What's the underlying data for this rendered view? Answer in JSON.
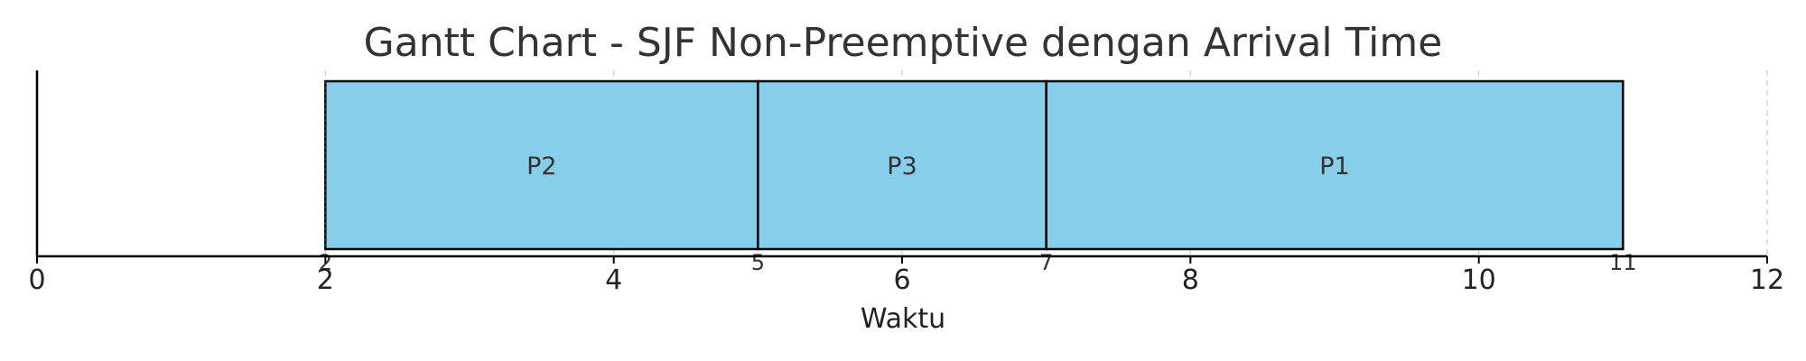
{
  "chart_data": {
    "type": "gantt",
    "title": "Gantt Chart - SJF Non-Preemptive dengan Arrival Time",
    "xlabel": "Waktu",
    "xlim": [
      0,
      12
    ],
    "xticks": [
      0,
      2,
      4,
      6,
      8,
      10,
      12
    ],
    "grid": "vertical dashed",
    "bar_color": "#87CEEB",
    "edge_color": "#000000",
    "tasks": [
      {
        "name": "P2",
        "start": 2,
        "end": 5
      },
      {
        "name": "P3",
        "start": 5,
        "end": 7
      },
      {
        "name": "P1",
        "start": 7,
        "end": 11
      }
    ],
    "boundary_labels": [
      "2",
      "5",
      "7",
      "11"
    ]
  }
}
